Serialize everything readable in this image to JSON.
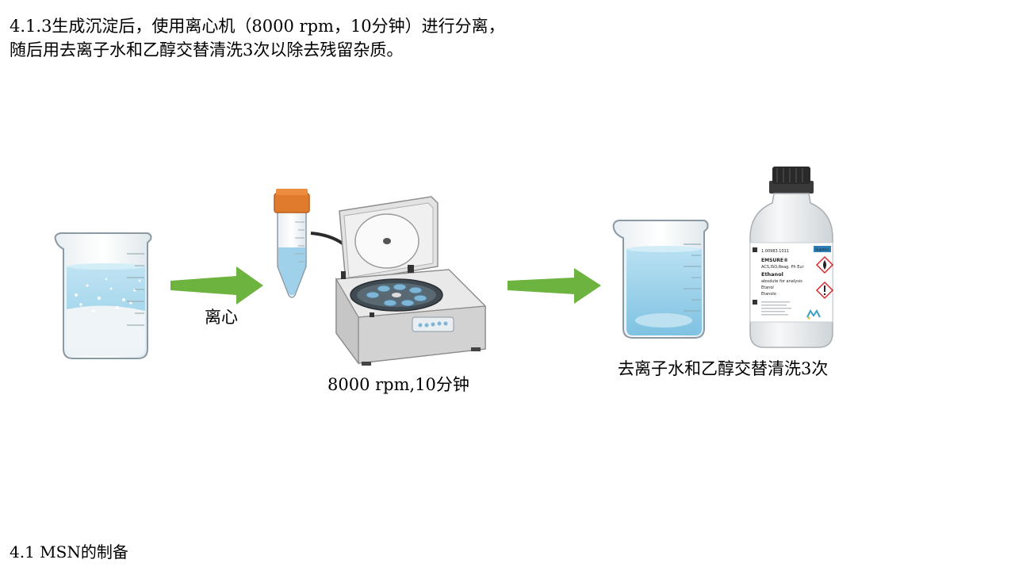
{
  "heading": {
    "line1": "4.1.3生成沉淀后，使用离心机（8000  rpm，10分钟）进行分离，",
    "line2": "随后用去离子水和乙醇交替清洗3次以除去残留杂质。"
  },
  "labels": {
    "centrifuge_step": "离心",
    "centrifuge_speed": "8000 rpm,10分钟",
    "wash_step": "去离子水和乙醇交替清洗3次"
  },
  "bottle_label": {
    "catalog": "1.00983.1011",
    "brand": "EMSURE®",
    "grade": "ACS,ISO,Reag. Ph Eur",
    "product": "Ethanol",
    "description": "absolute for analysis",
    "name_es": "Etanol",
    "name_it": "Etanolo",
    "tag": "Supelco"
  },
  "footer": {
    "title": "4.1 MSN的制备"
  },
  "colors": {
    "arrow_green": "#6db33f",
    "liquid_blue": "#a8d8ec",
    "tube_cap": "#e07a2c",
    "bottle_cap": "#2a2a2a"
  }
}
